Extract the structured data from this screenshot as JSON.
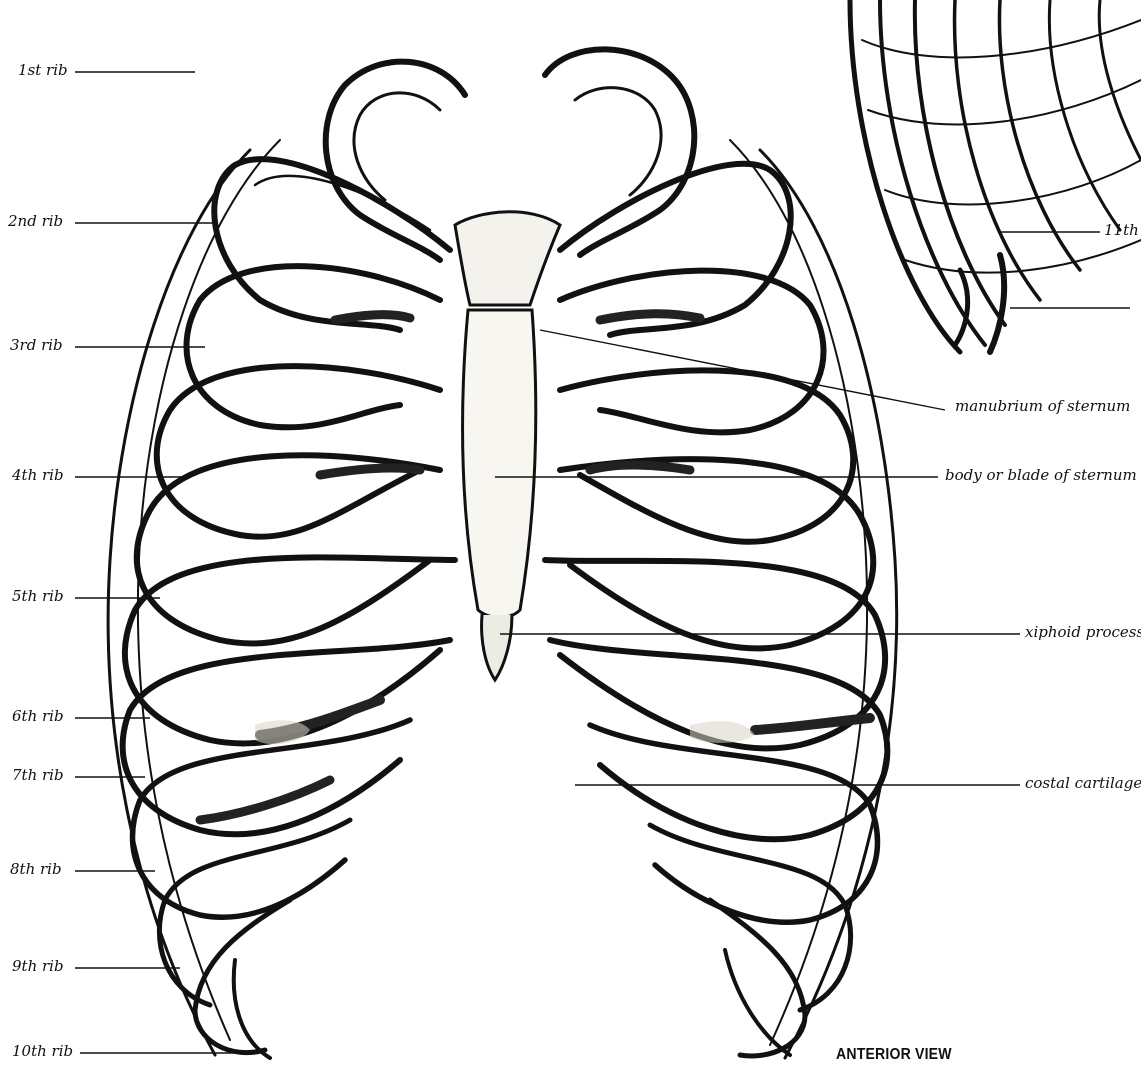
{
  "labels_left": [
    "1st rib",
    "2nd rib",
    "3rd rib",
    "4th rib",
    "5th rib",
    "6th rib",
    "7th rib",
    "8th rib",
    "9th rib",
    "10th rib"
  ],
  "labels_right": [
    "manubrium of sternum",
    "body or blade of sternum",
    "xiphoid process",
    "costal cartilage"
  ],
  "inset_label": "11th",
  "caption": "ANTERIOR VIEW",
  "colors": {
    "ink": "#111111",
    "bone_shade": "#d8d4c6",
    "paper": "#ffffff"
  }
}
